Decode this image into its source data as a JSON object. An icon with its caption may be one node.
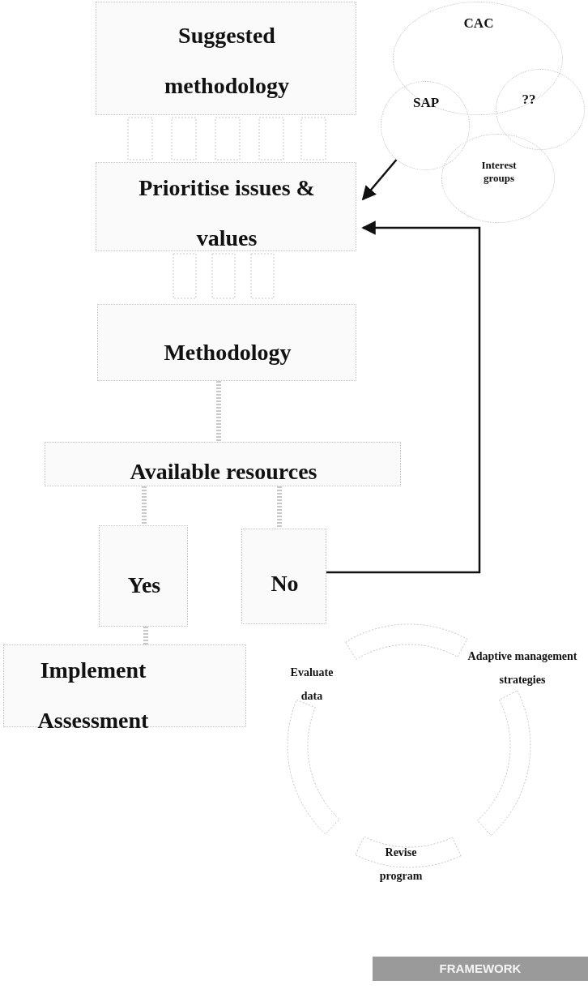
{
  "diagram": {
    "nodes": [
      {
        "text": [
          "Suggested methodology"
        ]
      },
      {
        "text": [
          "Prioritise issues & values"
        ]
      },
      {
        "text": [
          "Methodology"
        ]
      },
      {
        "text": [
          "Available resources"
        ]
      },
      {
        "text": [
          "Yes"
        ]
      },
      {
        "text": [
          "No"
        ]
      },
      {
        "text": [
          "Implement Assessment"
        ]
      },
      {
        "text": [
          "CAC"
        ]
      },
      {
        "text": [
          "SAP"
        ]
      },
      {
        "text": [
          "??"
        ]
      },
      {
        "text": [
          "Interest groups"
        ]
      }
    ],
    "edges": [
      {
        "from": 8,
        "to": 1,
        "arrow": "to",
        "color": "#111111"
      },
      {
        "from": 5,
        "to": 1,
        "arrow": "to",
        "color": "#111111"
      },
      {
        "from": 2,
        "to": 3,
        "arrow": "none",
        "style": "dashed",
        "color": "#c8c8c8"
      },
      {
        "from": 3,
        "to": 4,
        "arrow": "none",
        "style": "dashed",
        "color": "#c8c8c8"
      },
      {
        "from": 3,
        "to": 5,
        "arrow": "none",
        "style": "dashed",
        "color": "#c8c8c8"
      },
      {
        "from": 4,
        "to": 6,
        "arrow": "none",
        "style": "dashed",
        "color": "#c8c8c8"
      }
    ],
    "labels": [
      "Evaluate data",
      "Adaptive management strategies",
      "Revise program",
      "FRAMEWORK"
    ]
  }
}
